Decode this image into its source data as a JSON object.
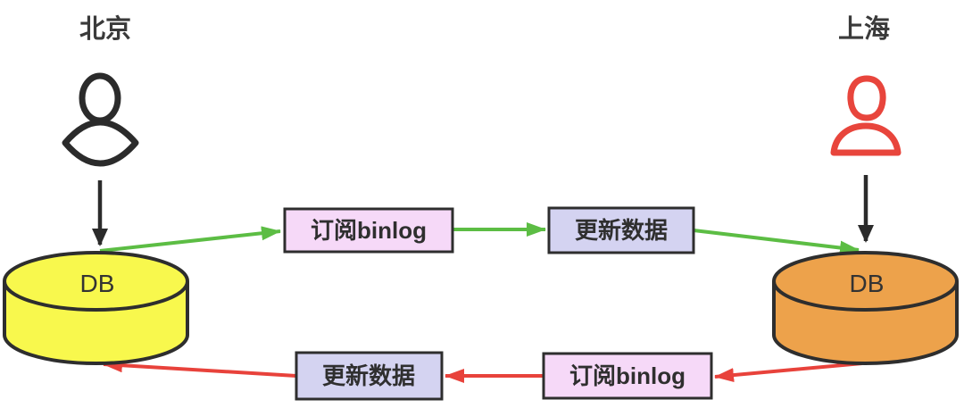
{
  "sites": {
    "beijing": {
      "label": "北京",
      "user_icon_color": "#2b2b2b"
    },
    "shanghai": {
      "label": "上海",
      "user_icon_color": "#e8453c"
    }
  },
  "databases": {
    "left": {
      "label": "DB",
      "fill": "#f8f84d"
    },
    "right": {
      "label": "DB",
      "fill": "#eda24b"
    }
  },
  "flows": {
    "forward": {
      "color": "#5cbd44",
      "subscribe_binlog": {
        "label": "订阅binlog",
        "fill": "#f6d9f8"
      },
      "update_data": {
        "label": "更新数据",
        "fill": "#d4d3f1"
      }
    },
    "backward": {
      "color": "#e8423b",
      "subscribe_binlog": {
        "label": "订阅binlog",
        "fill": "#f6d9f8"
      },
      "update_data": {
        "label": "更新数据",
        "fill": "#d4d3f1"
      }
    }
  },
  "connector_color": "#2b2b2b"
}
